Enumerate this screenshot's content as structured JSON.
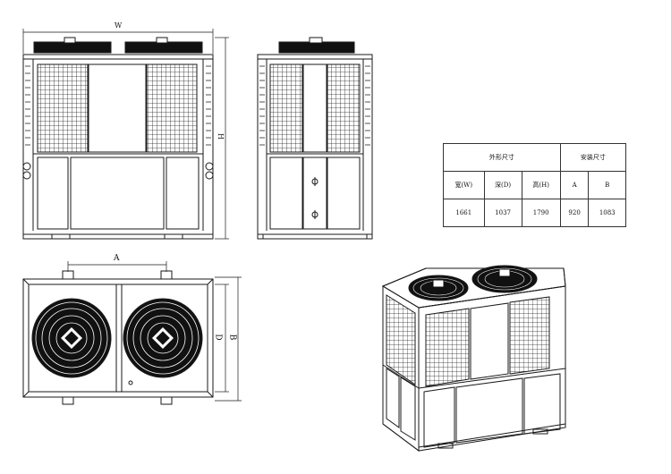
{
  "dimension_labels": {
    "front_width": "W",
    "front_height": "H",
    "top_a": "A",
    "top_b": "B",
    "top_d": "D"
  },
  "spec_table": {
    "header_outer": "外形尺寸",
    "header_install": "安装尺寸",
    "col_width": "宽(W)",
    "col_depth": "深(D)",
    "col_height": "高(H)",
    "col_a": "A",
    "col_b": "B",
    "val_width": "1661",
    "val_depth": "1037",
    "val_height": "1790",
    "val_a": "920",
    "val_b": "1083"
  }
}
